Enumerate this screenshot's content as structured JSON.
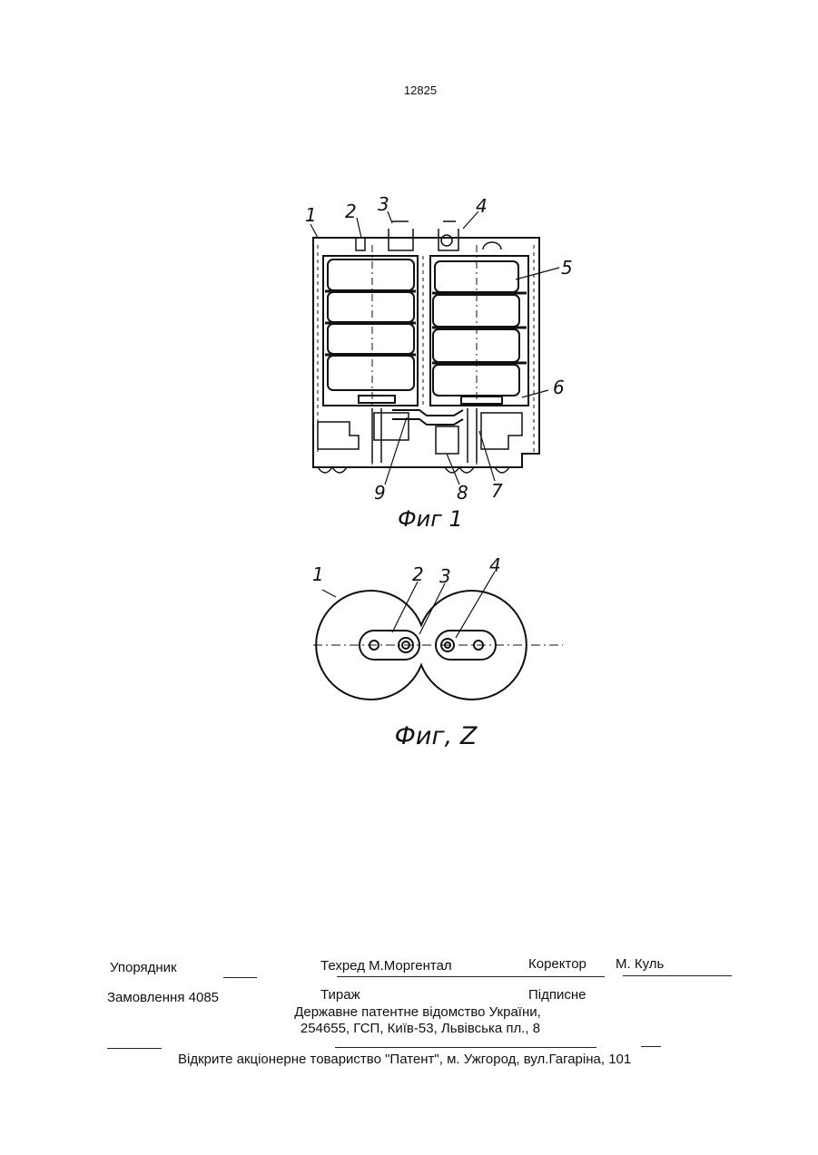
{
  "page_number": "12825",
  "figure1": {
    "caption": "Фиг 1",
    "labels": [
      "1",
      "2",
      "3",
      "4",
      "5",
      "6",
      "7",
      "8",
      "9"
    ]
  },
  "figure2": {
    "caption": "Фиг, Z",
    "labels": [
      "1",
      "2",
      "3",
      "4"
    ]
  },
  "footer": {
    "compiler": "Упорядник",
    "techred": "Техред М.Моргентал",
    "corrector": "Коректор",
    "corrector_name": "М. Куль",
    "order": "Замовлення 4085",
    "circulation": "Тираж",
    "subscription": "Підписне",
    "office": "Державне патентне відомство України,",
    "address": "254655, ГСП, Київ-53, Львівська пл., 8",
    "printer": "Відкрите акціонерне товариство \"Патент\", м. Ужгород, вул.Гагаріна, 101"
  }
}
